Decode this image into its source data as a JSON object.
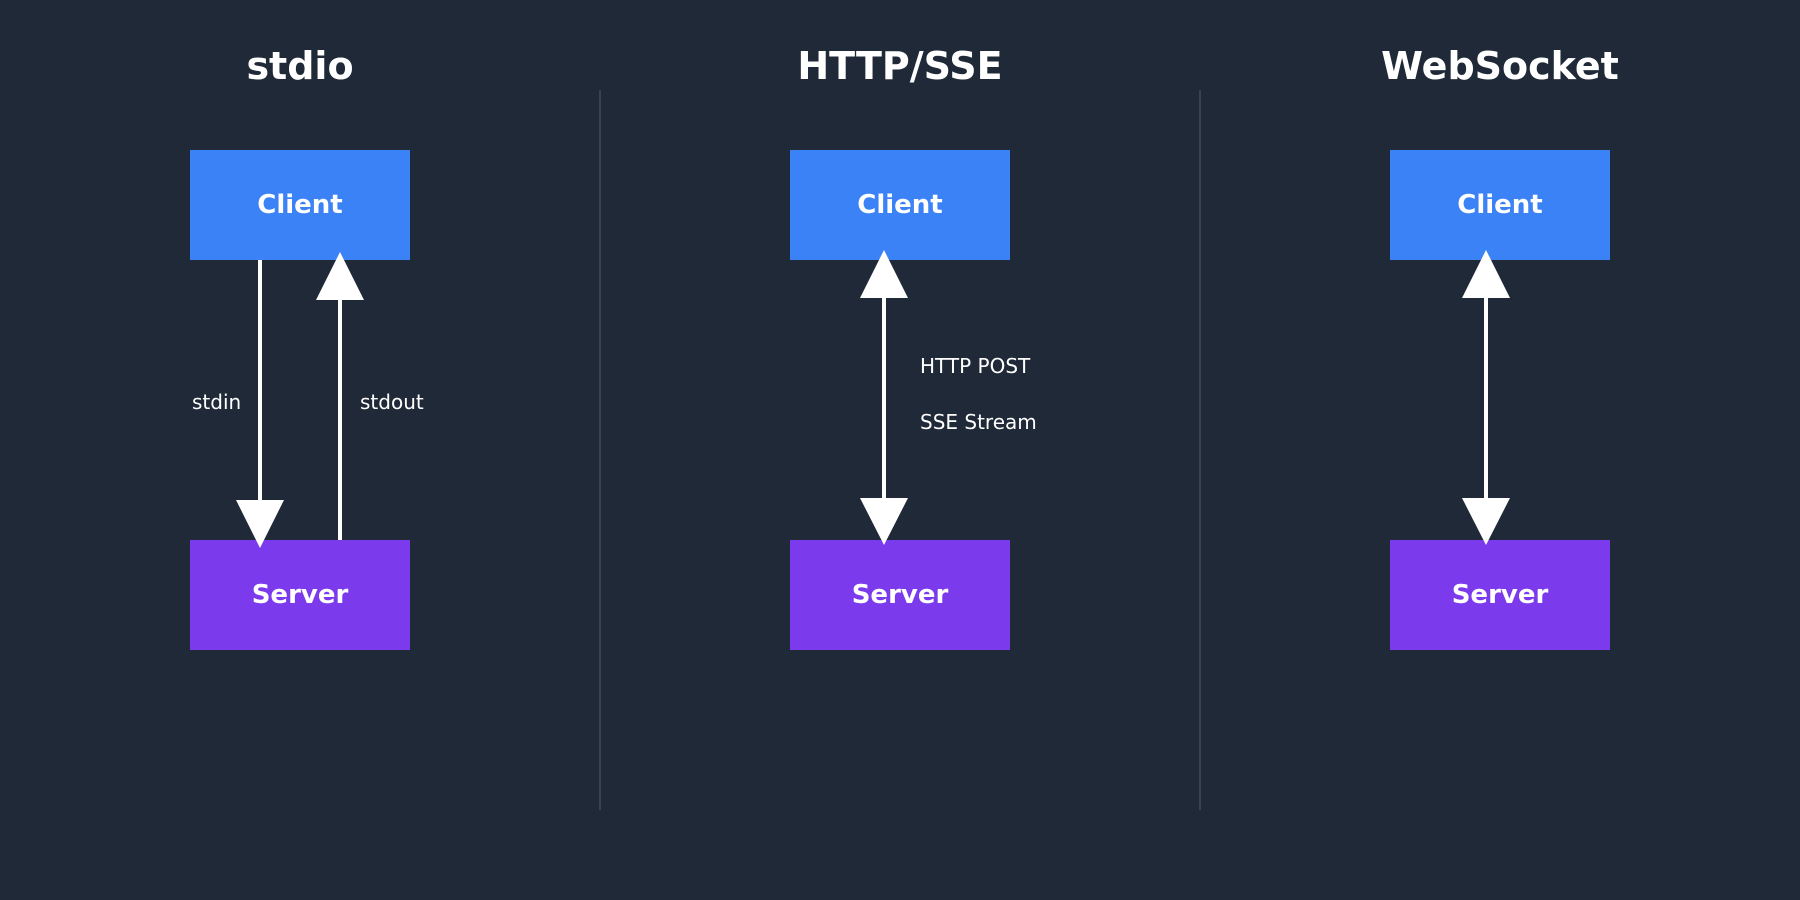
{
  "panels": [
    {
      "title": "stdio",
      "client_label": "Client",
      "server_label": "Server",
      "flow_labels": [
        "stdin",
        "stdout"
      ]
    },
    {
      "title": "HTTP/SSE",
      "client_label": "Client",
      "server_label": "Server",
      "flow_labels": [
        "HTTP POST",
        "SSE Stream"
      ]
    },
    {
      "title": "WebSocket",
      "client_label": "Client",
      "server_label": "Server",
      "flow_labels": []
    }
  ],
  "colors": {
    "background": "#1f2937",
    "client": "#3b82f6",
    "server": "#7c3aed",
    "divider": "#374151",
    "arrow": "#ffffff"
  }
}
